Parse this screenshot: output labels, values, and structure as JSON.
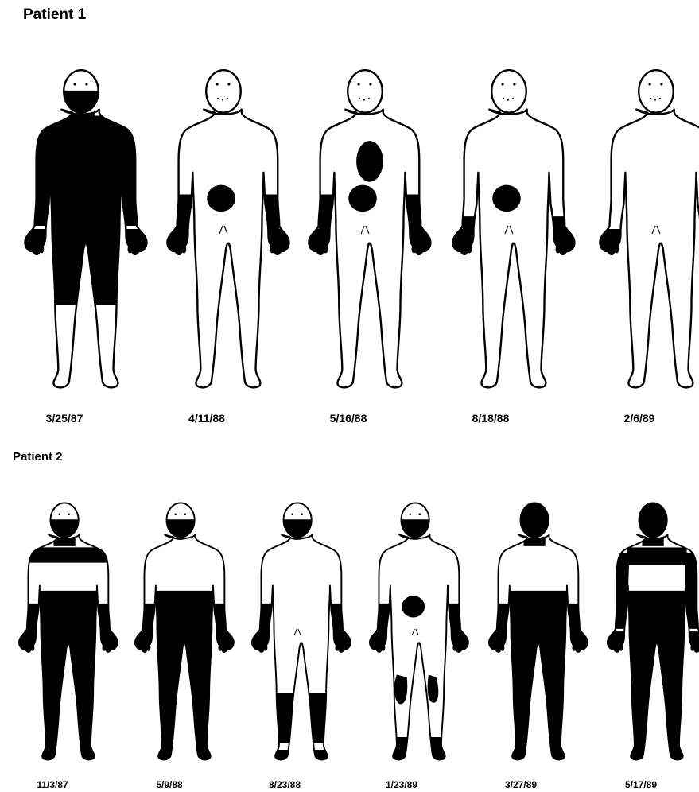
{
  "patients": [
    {
      "label": "Patient 1",
      "figures": [
        {
          "date": "3/25/87",
          "regions": [
            "head-lower",
            "neck",
            "trunk",
            "arms",
            "hands",
            "thighs"
          ]
        },
        {
          "date": "4/11/88",
          "regions": [
            "abdomen-patch",
            "forearms",
            "hands"
          ]
        },
        {
          "date": "5/16/88",
          "regions": [
            "chest-patch",
            "abdomen-patch",
            "forearms",
            "hands"
          ]
        },
        {
          "date": "8/18/88",
          "regions": [
            "abdomen-patch",
            "wrists",
            "hands"
          ]
        },
        {
          "date": "2/6/89",
          "regions": [
            "hands"
          ]
        }
      ]
    },
    {
      "label": "Patient 2",
      "figures": [
        {
          "date": "11/3/87",
          "regions": [
            "head-lower",
            "neck",
            "shoulders",
            "trunk-lower",
            "legs",
            "forearms",
            "hands",
            "feet"
          ]
        },
        {
          "date": "5/9/88",
          "regions": [
            "head-lower",
            "trunk-lower",
            "legs",
            "forearms",
            "hands",
            "feet"
          ]
        },
        {
          "date": "8/23/88",
          "regions": [
            "head-lower",
            "forearms",
            "hands",
            "shins",
            "feet"
          ]
        },
        {
          "date": "1/23/89",
          "regions": [
            "head-lower",
            "abdomen-patch",
            "forearms",
            "hands",
            "knee-patches",
            "ankles",
            "feet"
          ]
        },
        {
          "date": "3/27/89",
          "regions": [
            "head",
            "neck",
            "trunk-lower",
            "legs",
            "forearms",
            "hands",
            "feet"
          ]
        },
        {
          "date": "5/17/89",
          "regions": [
            "head",
            "neck",
            "upper-chest",
            "trunk-lower",
            "legs",
            "arms",
            "hands",
            "feet"
          ]
        }
      ]
    }
  ],
  "colors": {
    "involved": "#000000",
    "outline": "#000000",
    "skin": "#ffffff"
  }
}
